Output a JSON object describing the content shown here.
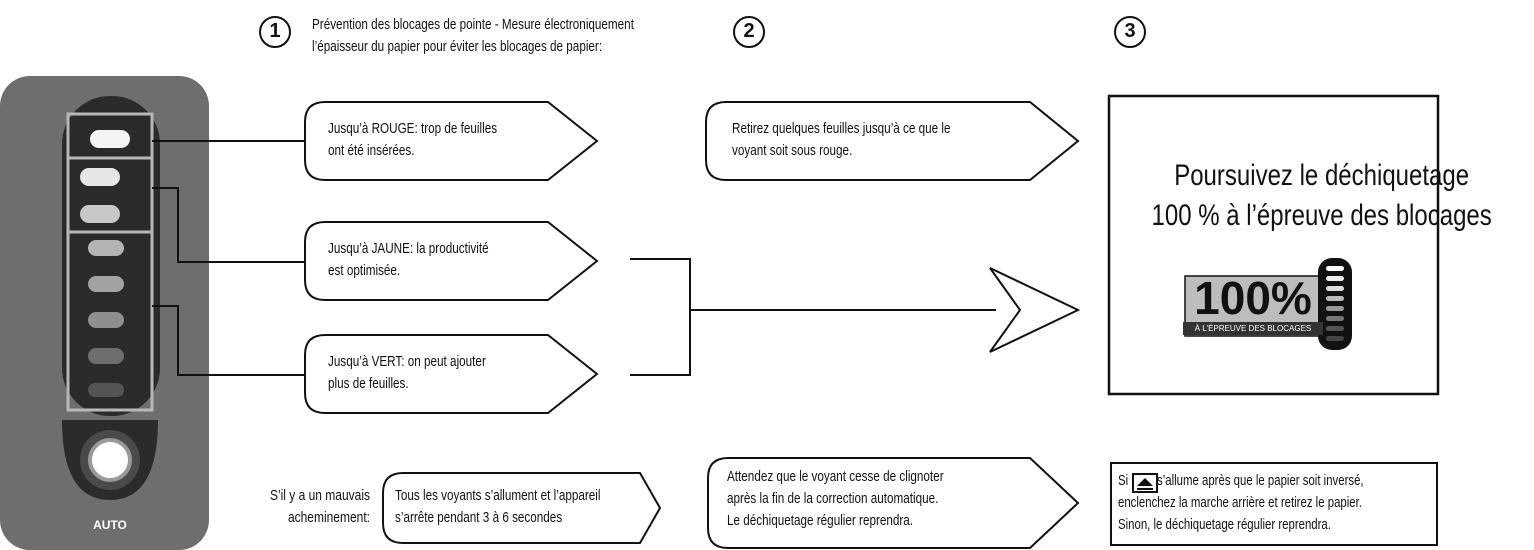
{
  "steps": {
    "one": "1",
    "two": "2",
    "three": "3"
  },
  "intro": {
    "line1": "Prévention des blocages de pointe - Mesure électroniquement",
    "line2": "l’épaisseur du papier pour éviter les blocages de papier:"
  },
  "levels": {
    "red": {
      "line1": "Jusqu’à ROUGE: trop de feuilles",
      "line2": "ont été insérées."
    },
    "yellow": {
      "line1": "Jusqu’à JAUNE: la productivité",
      "line2": "est optimisée."
    },
    "green": {
      "line1": "Jusqu’à VERT: on peut ajouter",
      "line2": "plus de feuilles."
    }
  },
  "action_red": {
    "line1": "Retirez quelques feuilles jusqu’à ce que le",
    "line2": "voyant soit sous rouge."
  },
  "result": {
    "line1": "Poursuivez le déchiquetage",
    "line2": "100 % à l’épreuve des blocages"
  },
  "badge": {
    "big": "100%",
    "small": "À L’ÉPREUVE DES BLOCAGES"
  },
  "panel": {
    "auto_label": "AUTO"
  },
  "misfeed": {
    "label_line1": "S’il y a un mauvais",
    "label_line2": "acheminement:",
    "step1_line1": "Tous les voyants s’allument et l’appareil",
    "step1_line2": "s’arrête pendant 3 à 6 secondes",
    "step2_line1": "Attendez que le voyant cesse de clignoter",
    "step2_line2": "après la fin de la correction automatique.",
    "step2_line3": "Le déchiquetage régulier reprendra.",
    "step3_pre": "Si",
    "step3_line1": "s’allume après que le papier soit inversé,",
    "step3_line2": "enclenchez la marche arrière et retirez le papier.",
    "step3_line3": "Sinon, le déchiquetage régulier reprendra."
  },
  "colors": {
    "panel": "#6e6e6e",
    "strip": "#2b2b2b",
    "frame": "#b8b8b8"
  }
}
